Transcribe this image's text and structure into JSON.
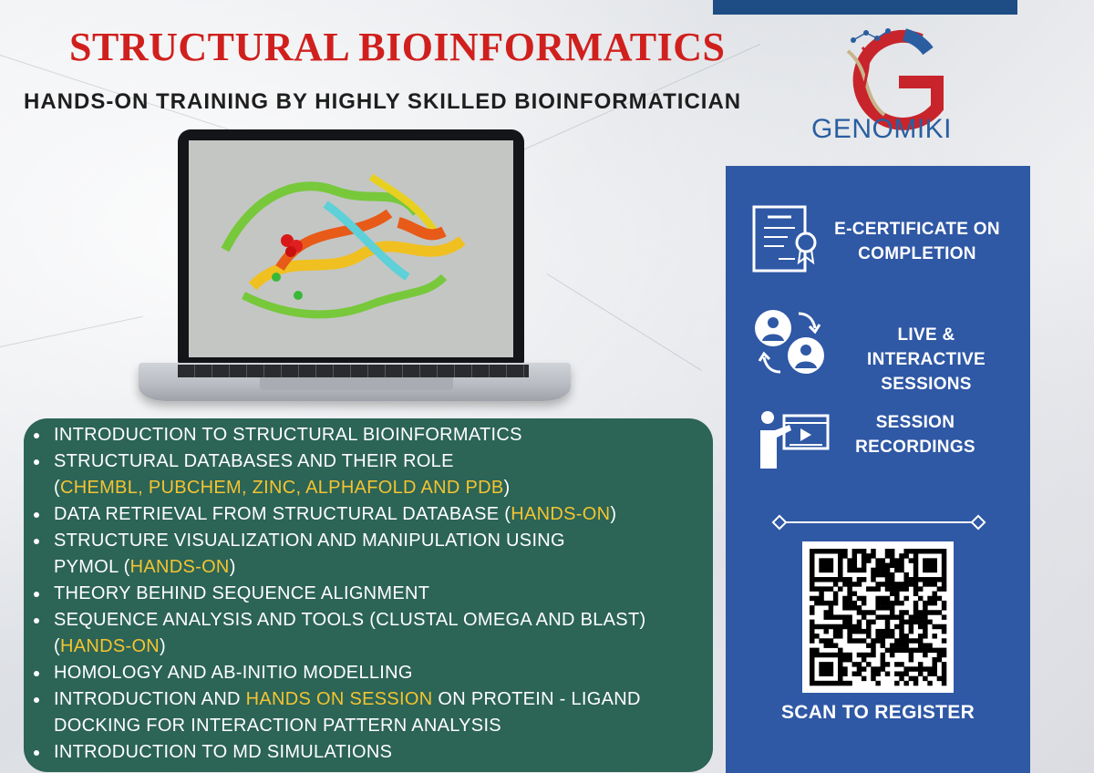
{
  "header": {
    "title": "STRUCTURAL BIOINFORMATICS",
    "subtitle": "HANDS-ON TRAINING BY HIGHLY SKILLED BIOINFORMATICIAN"
  },
  "logo": {
    "text": "GENOMIKI"
  },
  "topics": [
    {
      "parts": [
        "INTRODUCTION TO STRUCTURAL BIOINFORMATICS"
      ]
    },
    {
      "parts": [
        "STRUCTURAL DATABASES AND THEIR ROLE"
      ]
    },
    {
      "parts": [
        "(",
        "CHEMBL, PUBCHEM, ZINC, ALPHAFOLD AND PDB",
        ")"
      ]
    },
    {
      "parts": [
        "DATA RETRIEVAL FROM STRUCTURAL DATABASE (",
        "HANDS-ON",
        ")"
      ]
    },
    {
      "parts": [
        "STRUCTURE VISUALIZATION AND MANIPULATION USING"
      ]
    },
    {
      "parts": [
        "PYMOL (",
        "HANDS-ON",
        ")"
      ]
    },
    {
      "parts": [
        "THEORY BEHIND SEQUENCE ALIGNMENT"
      ]
    },
    {
      "parts": [
        "SEQUENCE ANALYSIS AND TOOLS (CLUSTAL OMEGA AND BLAST)"
      ]
    },
    {
      "parts": [
        "(",
        "HANDS-ON",
        ")"
      ]
    },
    {
      "parts": [
        "HOMOLOGY AND AB-INITIO MODELLING"
      ]
    },
    {
      "parts": [
        "INTRODUCTION AND ",
        "HANDS ON SESSION",
        " ON PROTEIN - LIGAND"
      ]
    },
    {
      "parts": [
        "DOCKING FOR INTERACTION PATTERN ANALYSIS"
      ]
    },
    {
      "parts": [
        "INTRODUCTION TO MD SIMULATIONS"
      ]
    }
  ],
  "features": [
    {
      "line1": "E-CERTIFICATE ON",
      "line2": "COMPLETION",
      "icon": "certificate-icon"
    },
    {
      "line1": "LIVE & INTERACTIVE",
      "line2": "SESSIONS",
      "icon": "interaction-icon"
    },
    {
      "line1": "SESSION",
      "line2": "RECORDINGS",
      "icon": "presentation-icon"
    }
  ],
  "register": {
    "label": "SCAN TO REGISTER"
  },
  "colors": {
    "title": "#d0201d",
    "panel": "#2f58a5",
    "topics_bg": "#2c6456",
    "highlight": "#f4c430",
    "topbar": "#1e4c84"
  }
}
